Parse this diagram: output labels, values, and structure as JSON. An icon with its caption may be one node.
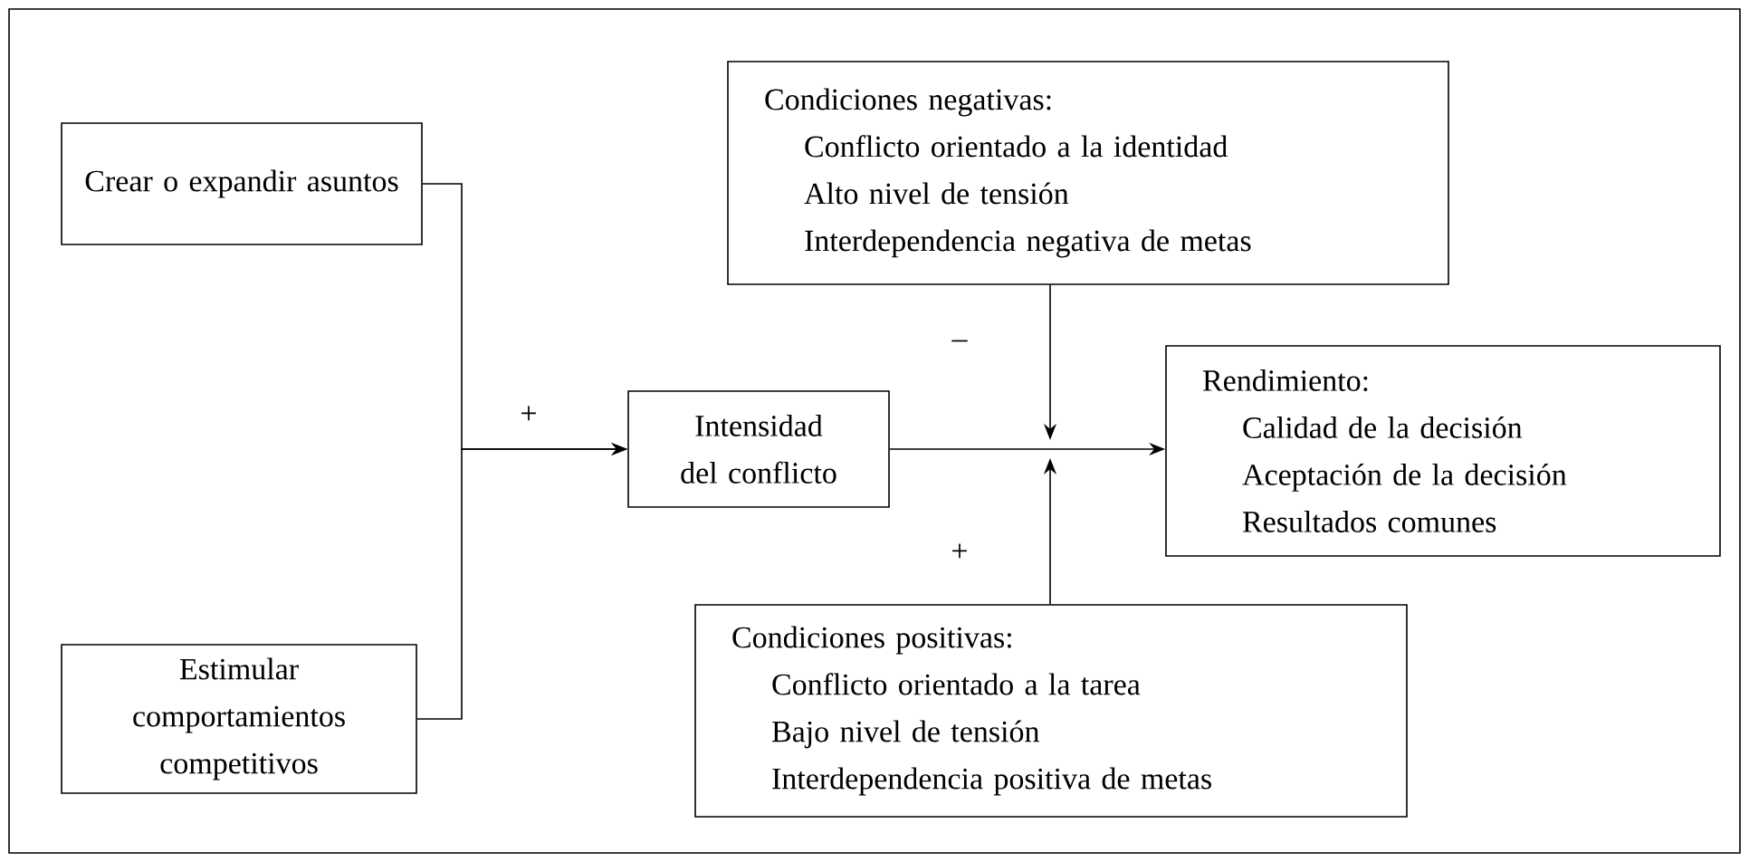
{
  "diagram": {
    "nodes": [
      {
        "text": [
          "Crear o expandir asuntos"
        ]
      },
      {
        "text": [
          "Estimular comportamientos competitivos"
        ]
      },
      {
        "text": [
          "Intensidad del conflicto"
        ]
      },
      {
        "text": [
          "Condiciones negativas:",
          "Conflicto orientado a la identidad",
          "Alto nivel de tensión",
          "Interdependencia negativa de metas"
        ]
      },
      {
        "text": [
          "Rendimiento:",
          "Calidad de la decisión",
          "Aceptación de la decisión",
          "Resultados comunes"
        ]
      },
      {
        "text": [
          "Condiciones positivas:",
          "Conflicto orientado a la tarea",
          "Bajo nivel de tensión",
          "Interdependencia positiva de metas"
        ]
      }
    ],
    "edges": [
      {
        "from": 0,
        "to": 2,
        "arrow": "to",
        "label": "+"
      },
      {
        "from": 1,
        "to": 2,
        "arrow": "to"
      },
      {
        "from": 2,
        "to": 4,
        "arrow": "to"
      },
      {
        "from": 3,
        "to": null,
        "arrow": "to",
        "label": "–"
      },
      {
        "from": 5,
        "to": null,
        "arrow": "to",
        "label": "+"
      }
    ]
  }
}
